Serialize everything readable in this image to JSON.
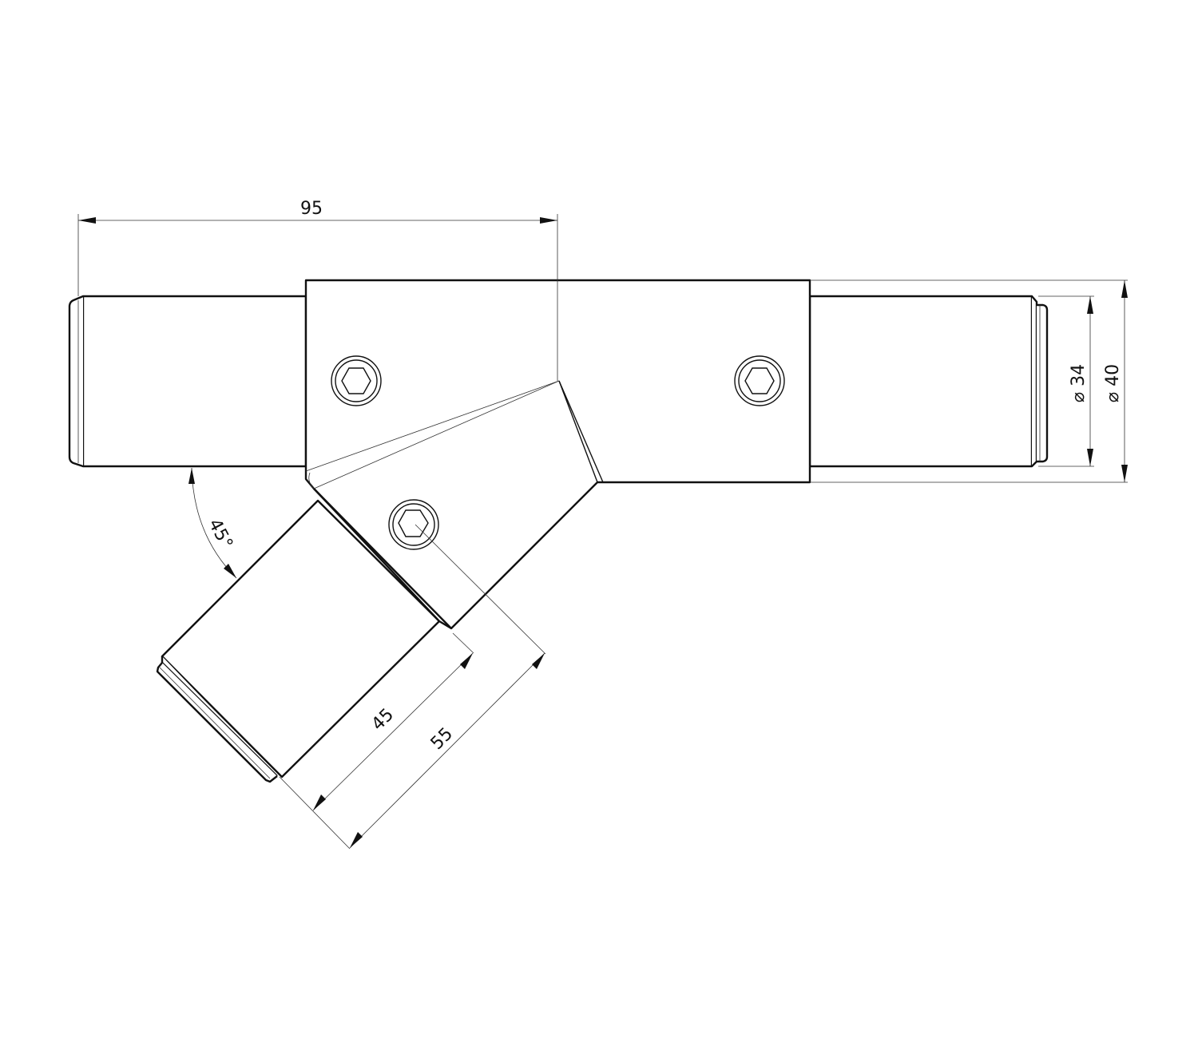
{
  "drawing": {
    "title": "45° Y connector tube fitting",
    "dimensions": {
      "overall_length": "95",
      "inner_diameter": "34",
      "outer_diameter": "40",
      "diameter_symbol": "⌀",
      "branch_angle": "45°",
      "branch_length_short": "45",
      "branch_length_long": "55"
    },
    "line_color": "#111111"
  }
}
